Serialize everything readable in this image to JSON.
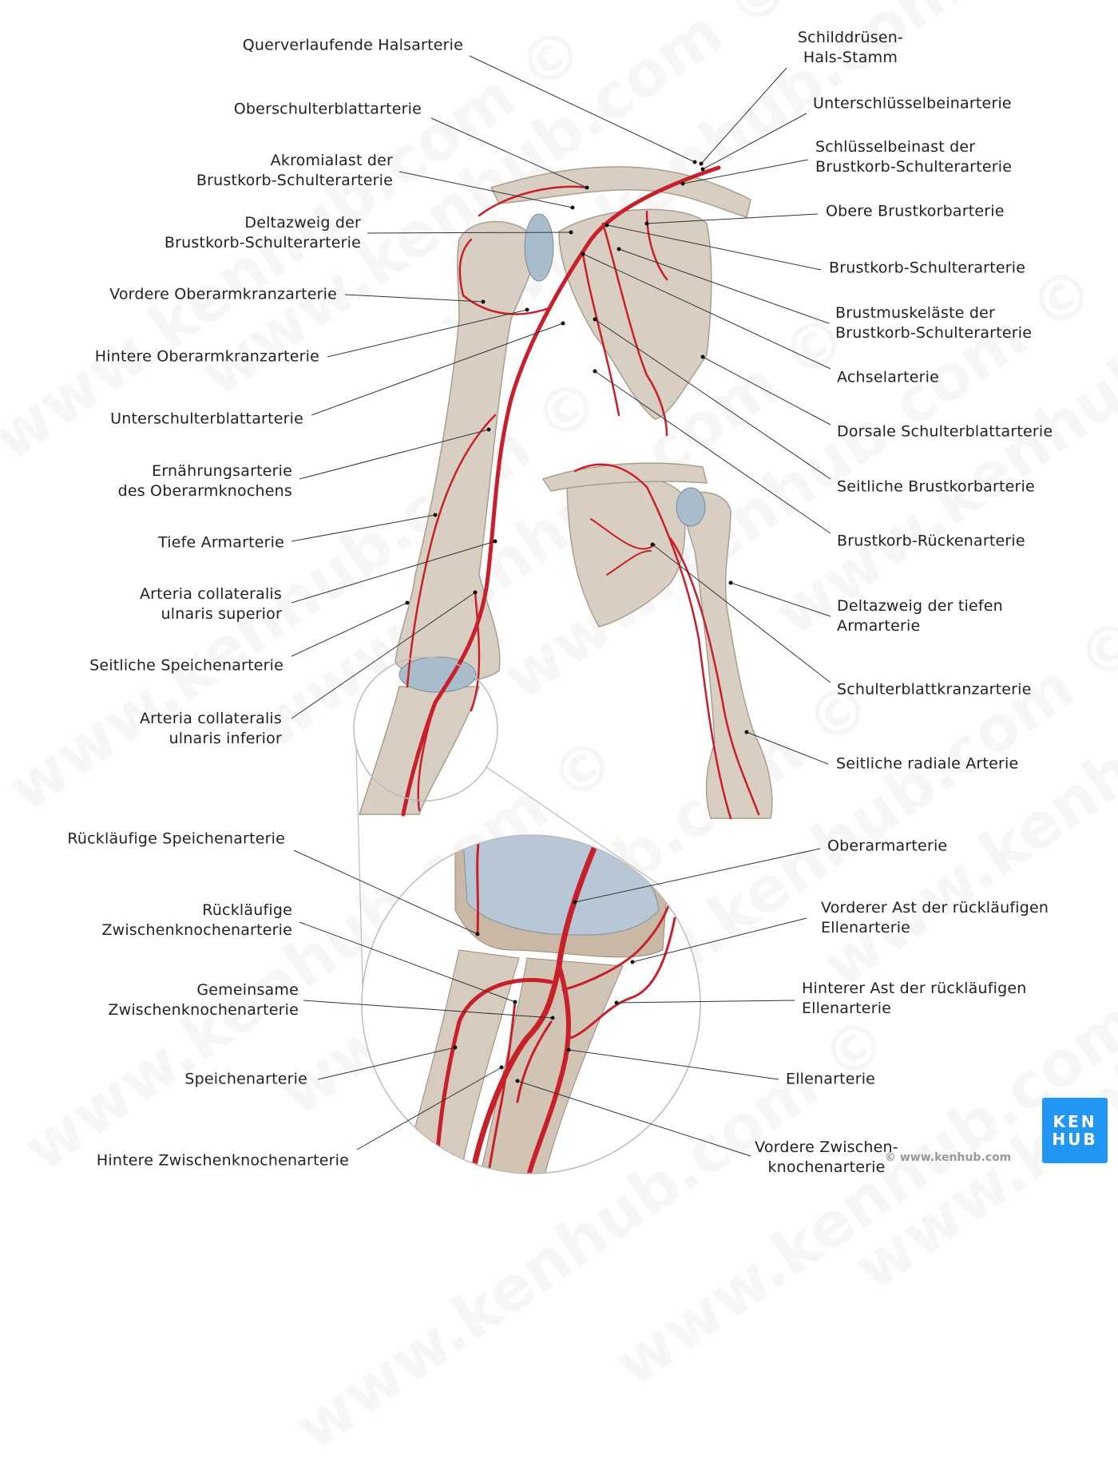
{
  "labels_left": [
    {
      "lines": [
        "Querverlaufende Halsarterie"
      ]
    },
    {
      "lines": [
        "Oberschulterblattarterie"
      ]
    },
    {
      "lines": [
        "Akromialast der",
        "Brustkorb-Schulterarterie"
      ]
    },
    {
      "lines": [
        "Deltazweig der",
        "Brustkorb-Schulterarterie"
      ]
    },
    {
      "lines": [
        "Vordere Oberarmkranzarterie"
      ]
    },
    {
      "lines": [
        "Hintere Oberarmkranzarterie"
      ]
    },
    {
      "lines": [
        "Unterschulterblattarterie"
      ]
    },
    {
      "lines": [
        "Ernährungsarterie",
        "des Oberarmknochens"
      ]
    },
    {
      "lines": [
        "Tiefe Armarterie"
      ]
    },
    {
      "lines": [
        "Arteria collateralis",
        "ulnaris superior"
      ]
    },
    {
      "lines": [
        "Seitliche Speichenarterie"
      ]
    },
    {
      "lines": [
        "Arteria collateralis",
        "ulnaris inferior"
      ]
    },
    {
      "lines": [
        "Rückläufige Speichenarterie"
      ]
    },
    {
      "lines": [
        "Rückläufige",
        "Zwischenknochenarterie"
      ]
    },
    {
      "lines": [
        "Gemeinsame",
        "Zwischenknochenarterie"
      ]
    },
    {
      "lines": [
        "Speichenarterie"
      ]
    },
    {
      "lines": [
        "Hintere Zwischenknochenarterie"
      ]
    }
  ],
  "labels_right": [
    {
      "lines": [
        "Schilddrüsen-",
        "Hals-Stamm"
      ]
    },
    {
      "lines": [
        "Unterschlüsselbeinarterie"
      ]
    },
    {
      "lines": [
        "Schlüsselbeinast der",
        " Brustkorb-Schulterarterie"
      ]
    },
    {
      "lines": [
        "Obere Brustkorbarterie"
      ]
    },
    {
      "lines": [
        "Brustkorb-Schulterarterie"
      ]
    },
    {
      "lines": [
        "Brustmuskeläste der",
        "Brustkorb-Schulterarterie"
      ]
    },
    {
      "lines": [
        "Achselarterie"
      ]
    },
    {
      "lines": [
        "Dorsale Schulterblattarterie"
      ]
    },
    {
      "lines": [
        "Seitliche Brustkorbarterie"
      ]
    },
    {
      "lines": [
        "Brustkorb-Rückenarterie"
      ]
    },
    {
      "lines": [
        "Deltazweig der tiefen",
        "Armarterie"
      ]
    },
    {
      "lines": [
        "Schulterblattkranzarterie"
      ]
    },
    {
      "lines": [
        "Seitliche radiale Arterie"
      ]
    },
    {
      "lines": [
        "Oberarmarterie"
      ]
    },
    {
      "lines": [
        "Vorderer Ast der rückläufigen",
        "Ellenarterie"
      ]
    },
    {
      "lines": [
        "Hinterer Ast der rückläufigen",
        "Ellenarterie"
      ]
    },
    {
      "lines": [
        "Ellenarterie"
      ]
    },
    {
      "lines": [
        "Vordere Zwischen-",
        "knochenarterie"
      ]
    }
  ],
  "branding": {
    "logo_line1": "KEN",
    "logo_line2": "HUB",
    "copyright": "© www.kenhub.com",
    "watermark": "www.kenhub.com ©"
  },
  "colors": {
    "artery": "#c8202b",
    "bone": "#d8cfc2",
    "cartilage": "#a9bccb",
    "logo": "#2196f3"
  }
}
